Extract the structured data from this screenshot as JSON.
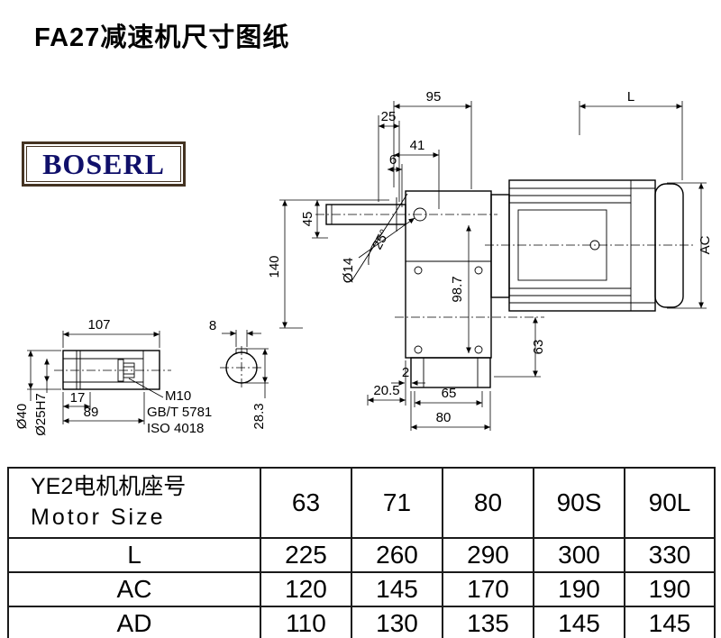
{
  "page": {
    "title": "FA27减速机尺寸图纸",
    "logo": "BOSERL"
  },
  "drawing": {
    "d95": "95",
    "d25": "25",
    "dL": "L",
    "d41": "41",
    "d6": "6",
    "d45": "45",
    "d140": "140",
    "dia14": "Ø14",
    "ang25": "25°",
    "d98_7": "98.7",
    "dAC": "AC",
    "d63": "63",
    "d2": "2",
    "d20_5": "20.5",
    "d65": "65",
    "d80": "80",
    "d107": "107",
    "d8": "8",
    "d17": "17",
    "d89": "89",
    "m10": "M10",
    "gbt": "GB/T 5781",
    "iso": "ISO 4018",
    "dia40": "Ø40",
    "dia25": "Ø25H7",
    "d28_3": "28.3"
  },
  "table": {
    "header": {
      "label_cn": "YE2电机机座号",
      "label_en": "Motor Size",
      "cols": [
        "63",
        "71",
        "80",
        "90S",
        "90L"
      ]
    },
    "rows": [
      {
        "label": "L",
        "values": [
          "225",
          "260",
          "290",
          "300",
          "330"
        ]
      },
      {
        "label": "AC",
        "values": [
          "120",
          "145",
          "170",
          "190",
          "190"
        ]
      },
      {
        "label": "AD",
        "values": [
          "110",
          "130",
          "135",
          "145",
          "145"
        ]
      }
    ]
  }
}
